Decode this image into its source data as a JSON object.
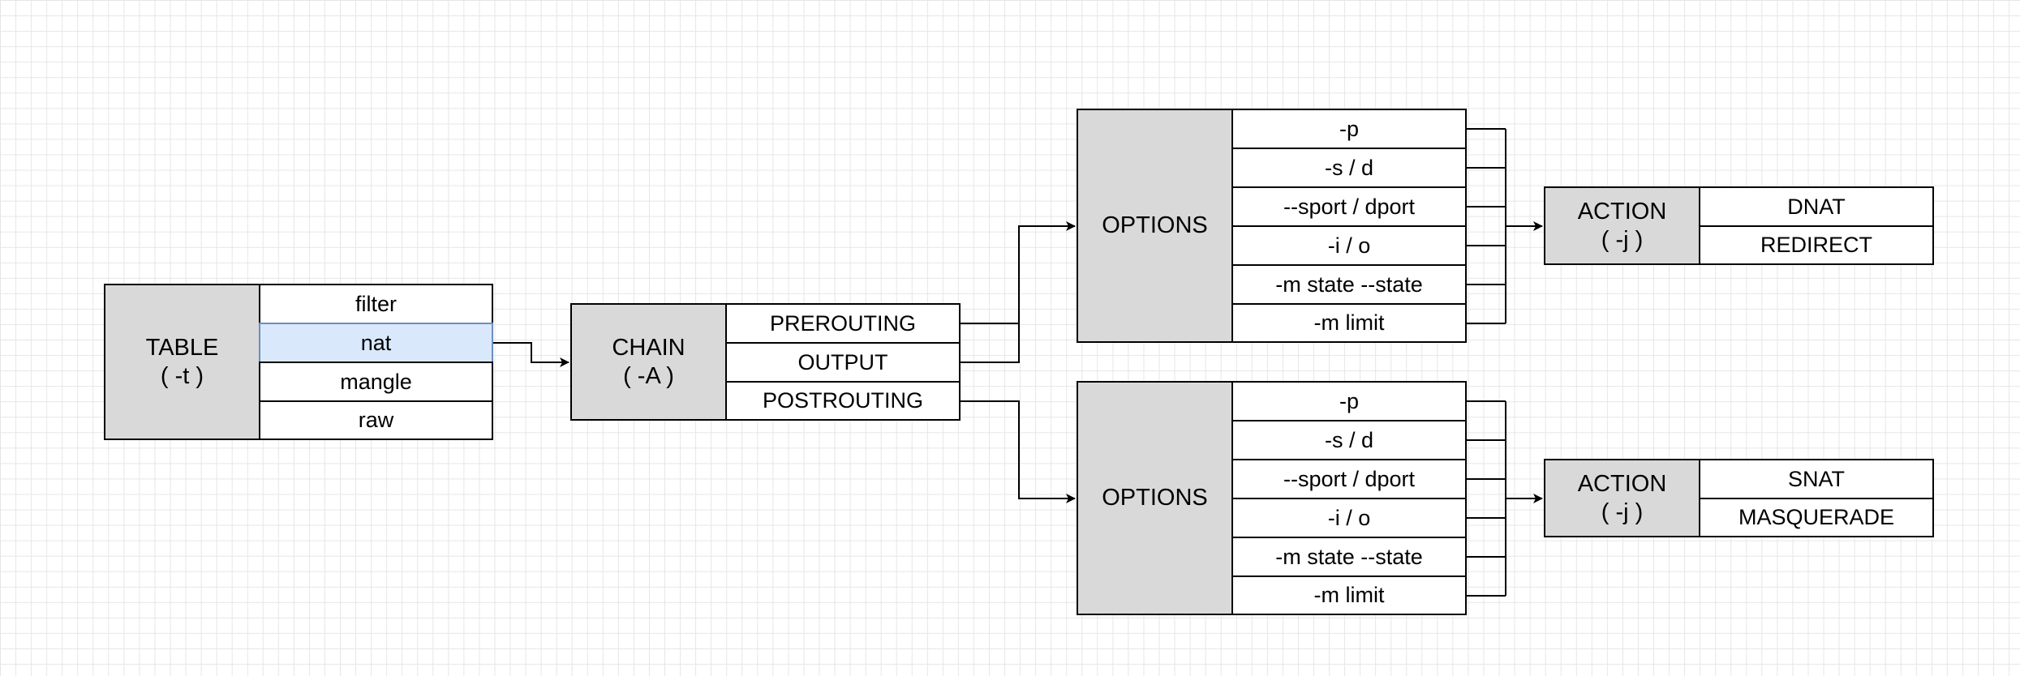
{
  "table": {
    "title": "TABLE",
    "flag": "( -t )",
    "rows": [
      "filter",
      "nat",
      "mangle",
      "raw"
    ],
    "selected": "nat"
  },
  "chain": {
    "title": "CHAIN",
    "flag": "( -A )",
    "rows": [
      "PREROUTING",
      "OUTPUT",
      "POSTROUTING"
    ]
  },
  "options_top": {
    "title": "OPTIONS",
    "rows": [
      "-p",
      "-s / d",
      "--sport / dport",
      "-i / o",
      "-m state --state",
      "-m limit"
    ]
  },
  "options_bottom": {
    "title": "OPTIONS",
    "rows": [
      "-p",
      "-s / d",
      "--sport / dport",
      "-i / o",
      "-m state --state",
      "-m limit"
    ]
  },
  "action_top": {
    "title": "ACTION",
    "flag": "( -j )",
    "rows": [
      "DNAT",
      "REDIRECT"
    ]
  },
  "action_bottom": {
    "title": "ACTION",
    "flag": "( -j )",
    "rows": [
      "SNAT",
      "MASQUERADE"
    ]
  },
  "colors": {
    "header_fill": "#d9d9d9",
    "selected_fill": "#dae8fc",
    "selected_border": "#6c8ebf",
    "line": "#000000"
  }
}
